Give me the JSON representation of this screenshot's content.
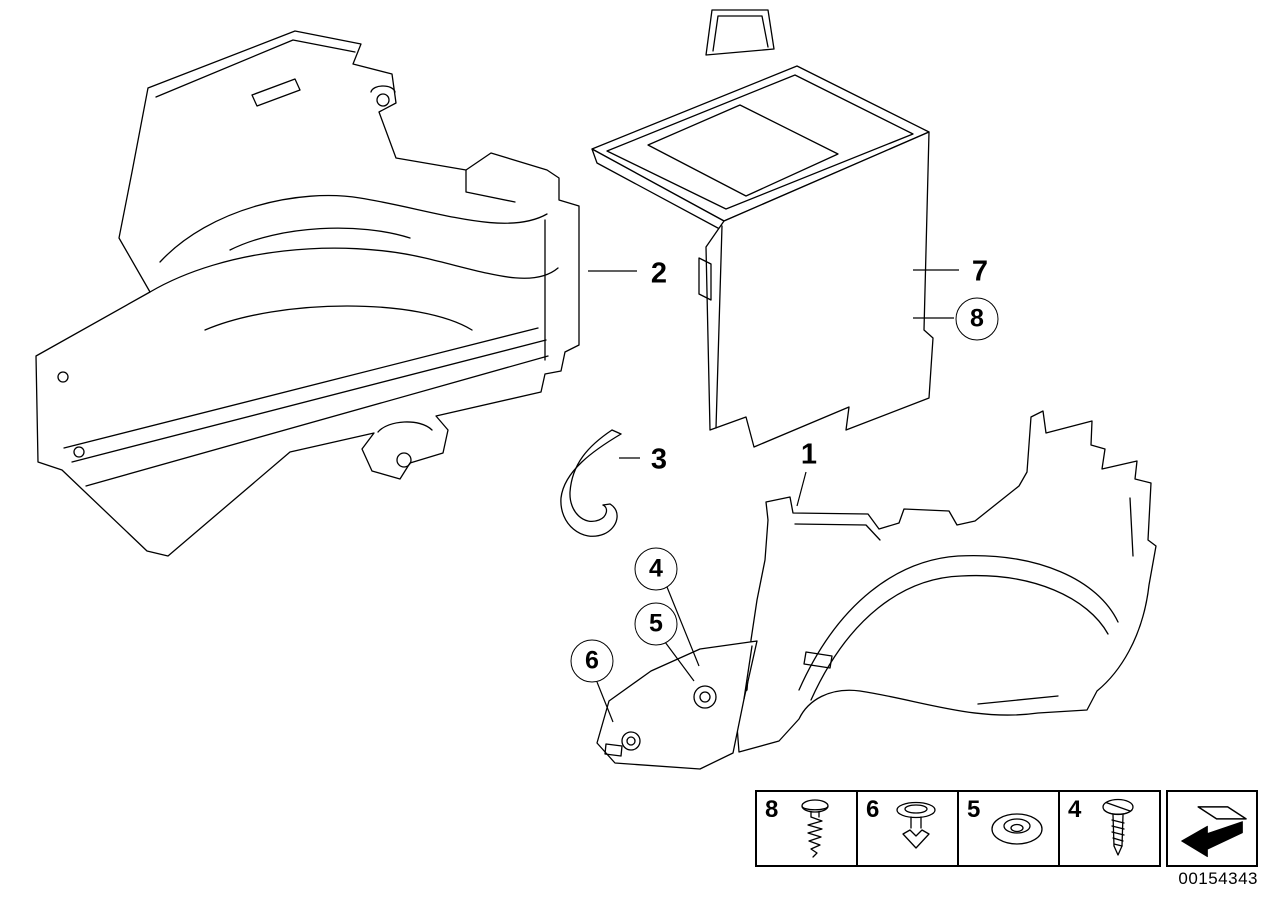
{
  "page": {
    "background_color": "#ffffff",
    "line_color": "#000000"
  },
  "diagram": {
    "callouts": [
      {
        "label": "1",
        "circled": false
      },
      {
        "label": "2",
        "circled": false
      },
      {
        "label": "3",
        "circled": false
      },
      {
        "label": "4",
        "circled": true
      },
      {
        "label": "5",
        "circled": true
      },
      {
        "label": "6",
        "circled": true
      },
      {
        "label": "7",
        "circled": false
      },
      {
        "label": "8",
        "circled": true
      }
    ]
  },
  "legend": {
    "items": [
      {
        "label": "8",
        "icon": "expanding-rivet-icon"
      },
      {
        "label": "6",
        "icon": "trim-clip-icon"
      },
      {
        "label": "5",
        "icon": "grommet-nut-icon"
      },
      {
        "label": "4",
        "icon": "screw-icon"
      }
    ]
  },
  "nav": {
    "arrow_icon": "direction-arrow-lower-left"
  },
  "footer": {
    "drawing_number": "00154343"
  }
}
